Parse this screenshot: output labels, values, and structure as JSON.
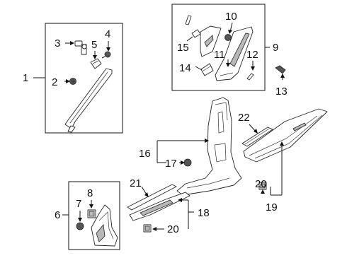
{
  "callouts": {
    "c1": "1",
    "c2": "2",
    "c3": "3",
    "c4": "4",
    "c5": "5",
    "c6": "6",
    "c7": "7",
    "c8": "8",
    "c9": "9",
    "c10": "10",
    "c11": "11",
    "c12": "12",
    "c13": "13",
    "c14": "14",
    "c15": "15",
    "c16": "16",
    "c17": "17",
    "c18": "18",
    "c19": "19",
    "c20a": "20",
    "c20b": "20",
    "c21": "21",
    "c22": "22"
  }
}
